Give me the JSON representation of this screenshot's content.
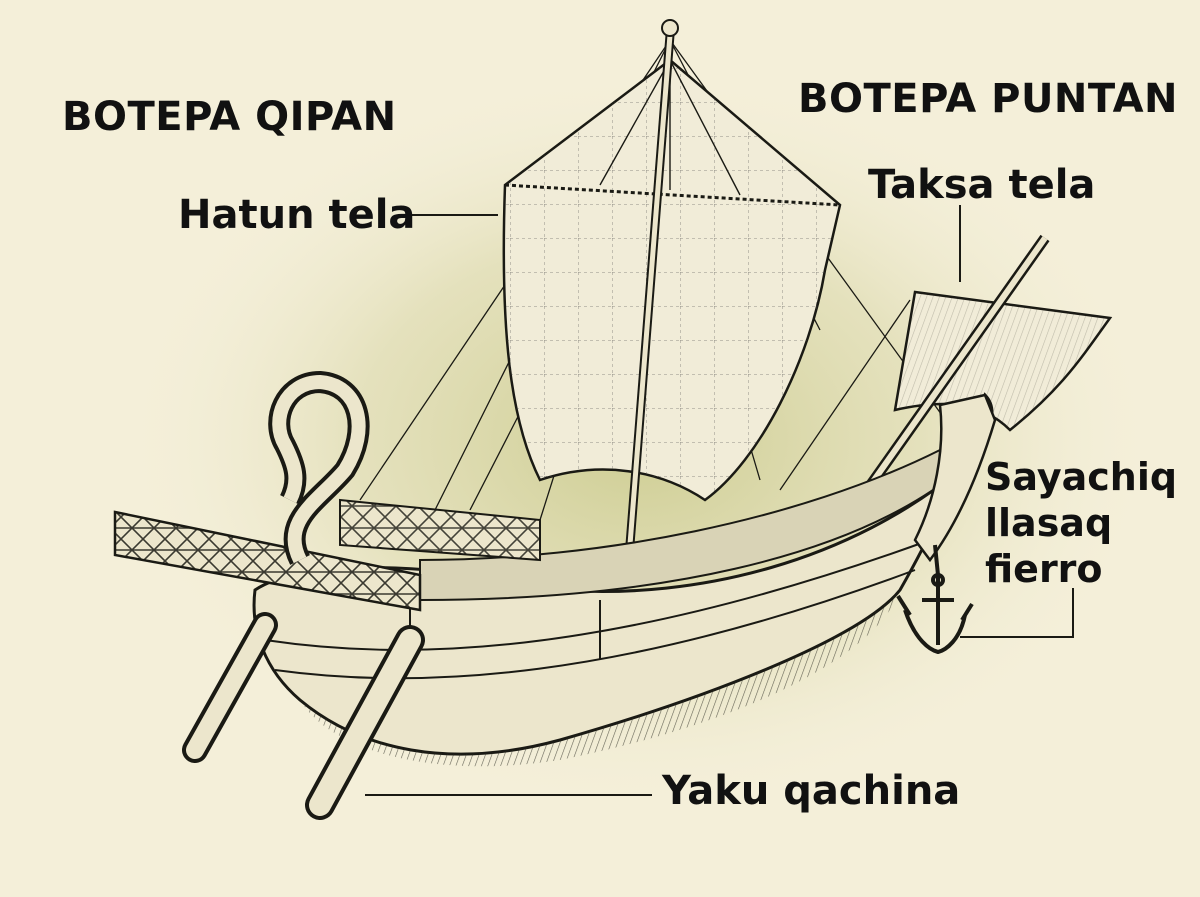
{
  "headings": {
    "stern": "BOTEPA QIPAN",
    "bow": "BOTEPA PUNTAN"
  },
  "parts": {
    "main_sail": "Hatun tela",
    "fore_sail": "Taksa tela",
    "anchor_line1": "Sayachiq",
    "anchor_line2": "llasaq",
    "anchor_line3": "fierro",
    "oar": "Yaku qachina"
  },
  "colors": {
    "background": "#f4efd9",
    "glow": "#c9c98a",
    "ink": "#1a1a14",
    "wood": "#ece6cc",
    "sail": "#f1ecd8"
  }
}
